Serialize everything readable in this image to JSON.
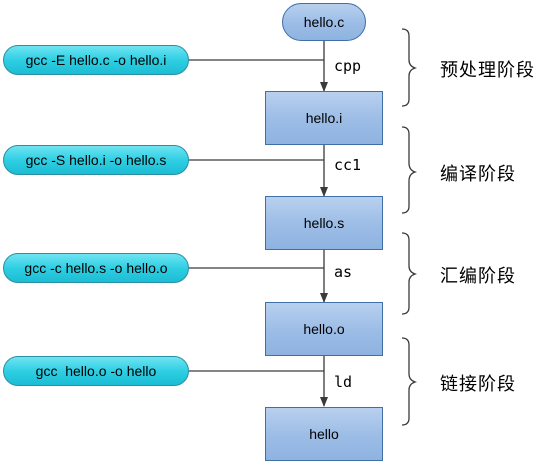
{
  "nodes": {
    "source": "hello.c",
    "preprocessed": "hello.i",
    "assembly": "hello.s",
    "object": "hello.o",
    "executable": "hello"
  },
  "tools": {
    "cpp": "cpp",
    "cc1": "cc1",
    "as": "as",
    "ld": "ld"
  },
  "commands": {
    "preprocess": "gcc -E hello.c -o hello.i",
    "compile": "gcc -S hello.i -o hello.s",
    "assemble": "gcc -c hello.s -o hello.o",
    "link": "gcc  hello.o -o hello"
  },
  "stages": {
    "preprocess": "预处理阶段",
    "compile": "编译阶段",
    "assemble": "汇编阶段",
    "link": "链接阶段"
  },
  "colors": {
    "node_fill": "#9bbce6",
    "node_border": "#3f6fa6",
    "command_fill": "#2fcfe3",
    "command_border": "#2b8ea3",
    "line": "#3a3a3a"
  }
}
